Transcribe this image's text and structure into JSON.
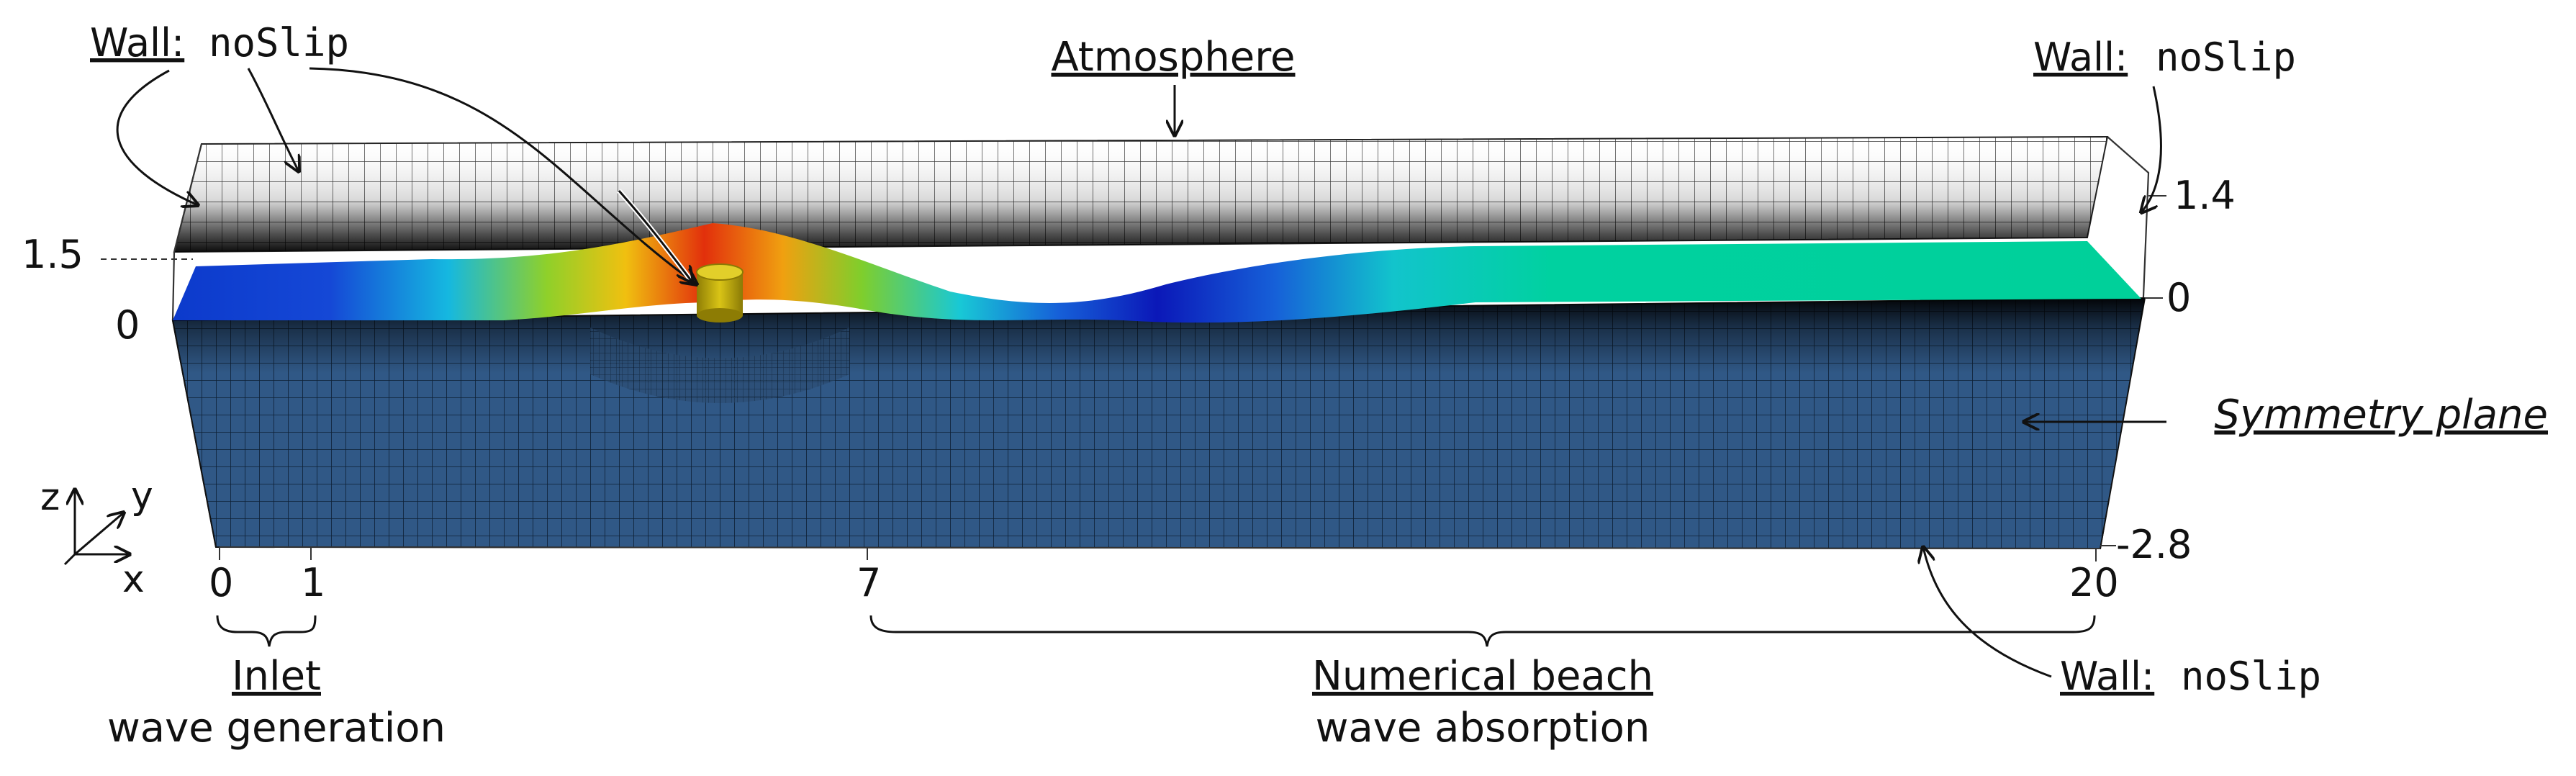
{
  "labels": {
    "wall_word": "Wall:",
    "noslip": "noSlip",
    "atmosphere": "Atmosphere",
    "symmetry_plane": "Symmetry plane",
    "inlet": "Inlet",
    "inlet_sub": "wave generation",
    "beach": "Numerical beach",
    "beach_sub": "wave absorption"
  },
  "axis_ticks": {
    "left_15": "1.5",
    "left_0": "0",
    "right_14": "1.4",
    "right_0": "0",
    "right_m28": "-2.8",
    "x_0": "0",
    "x_1": "1",
    "x_7": "7",
    "x_20": "20"
  },
  "triad": {
    "z": "z",
    "y": "y",
    "x": "x"
  },
  "colors": {
    "bottom_mesh": "#2f5580",
    "wave_low": "#0b1fbf",
    "wave_high": "#e31a0f",
    "wave_calm": "#00d19a",
    "body": "#c8b40a"
  }
}
